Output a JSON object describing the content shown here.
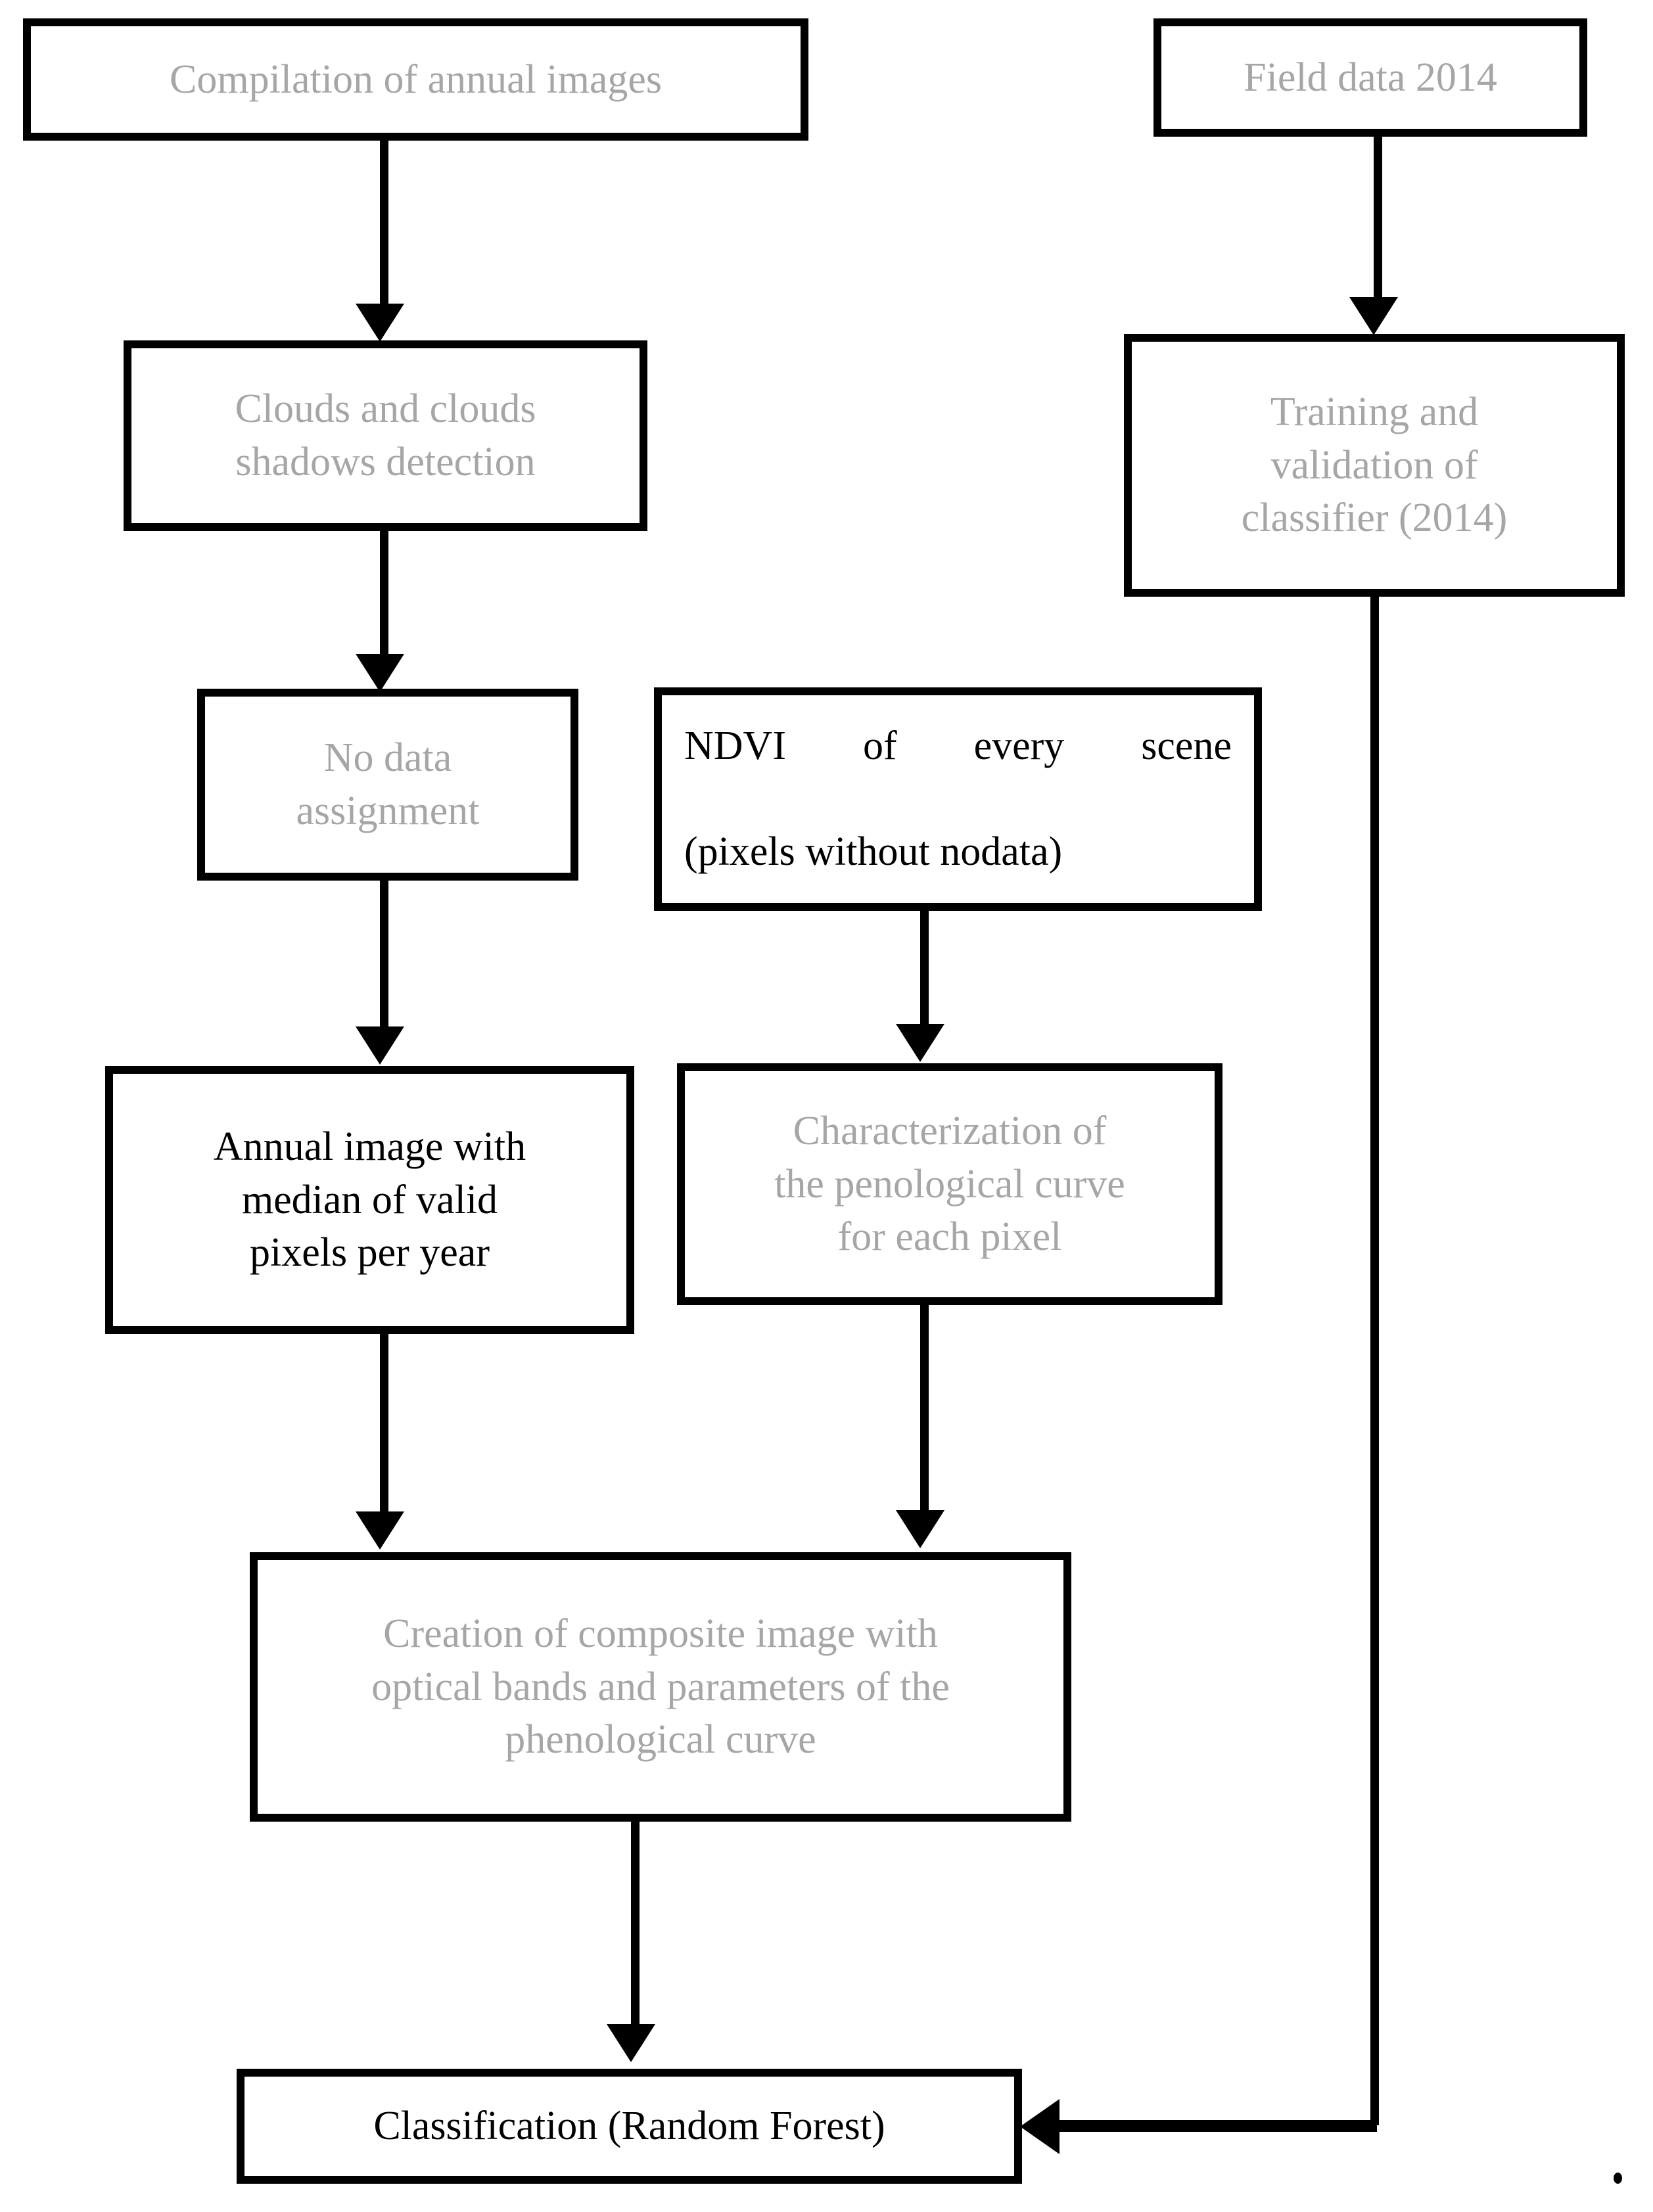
{
  "diagram": {
    "title": "Remote sensing classification workflow",
    "background_color": "#ffffff",
    "line_color": "#000000",
    "gray_text_color": "#a6a6a6",
    "black_text_color": "#000000"
  },
  "nodes": {
    "compilation": {
      "label": "Compilation of annual images"
    },
    "field_data": {
      "label": "Field data 2014"
    },
    "clouds": {
      "label": "Clouds and clouds\nshadows detection"
    },
    "training": {
      "label": "Training and\nvalidation of\nclassifier (2014)"
    },
    "no_data": {
      "label": "No data\nassignment"
    },
    "ndvi": {
      "line1_words": [
        "NDVI",
        "of",
        "every",
        "scene"
      ],
      "line2": "(pixels without nodata)"
    },
    "annual_image": {
      "label": "Annual image with\nmedian of valid\npixels per year"
    },
    "characterization": {
      "label": "Characterization of\nthe penological curve\nfor each pixel"
    },
    "composite": {
      "label": "Creation of composite image with\noptical bands and parameters of the\nphenological curve"
    },
    "classification": {
      "label": "Classification (Random Forest)"
    }
  },
  "edges": [
    {
      "from": "compilation",
      "to": "clouds",
      "direction": "down"
    },
    {
      "from": "field_data",
      "to": "training",
      "direction": "down"
    },
    {
      "from": "clouds",
      "to": "no_data",
      "direction": "down"
    },
    {
      "from": "no_data",
      "to": "annual_image",
      "direction": "down"
    },
    {
      "from": "ndvi",
      "to": "characterization",
      "direction": "down"
    },
    {
      "from": "annual_image",
      "to": "composite",
      "direction": "down"
    },
    {
      "from": "characterization",
      "to": "composite",
      "direction": "down"
    },
    {
      "from": "composite",
      "to": "classification",
      "direction": "down"
    },
    {
      "from": "training",
      "to": "classification",
      "direction": "down-then-left"
    }
  ],
  "annotations": {
    "trailing_period": "."
  }
}
